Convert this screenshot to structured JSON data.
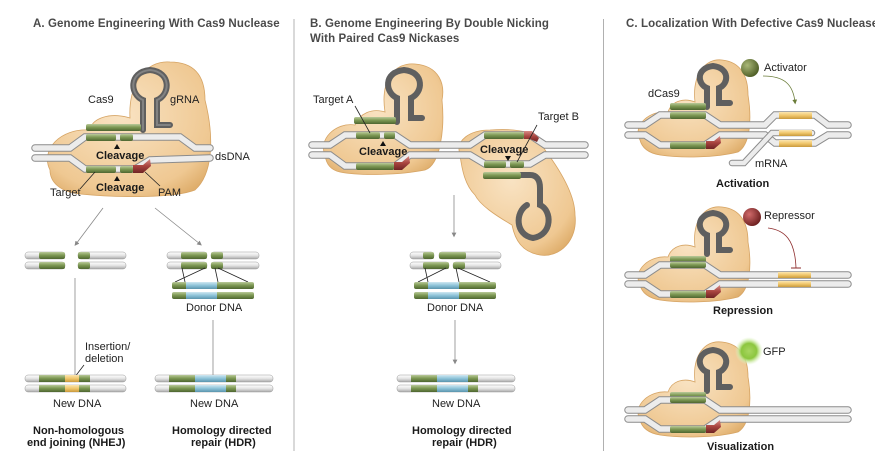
{
  "colors": {
    "protein": "#f1cfa0",
    "protein_edge": "#d9a866",
    "dna_strand": "#e6e6e6",
    "dna_edge": "#9a9a9a",
    "target": "#7f9a55",
    "pam": "#a9443f",
    "grna": "#6d6d6d",
    "donor": "#8cc2d8",
    "indel": "#f0c66b",
    "activator": "#6b7d3a",
    "repressor": "#8e2d2d",
    "gfp": "#8cc63f",
    "arrow": "#888888",
    "separator": "#d9d9d9"
  },
  "panels": {
    "a": {
      "title": "A. Genome Engineering With Cas9 Nuclease",
      "labels": {
        "cas9": "Cas9",
        "grna": "gRNA",
        "dsdna": "dsDNA",
        "cleavage_top": "Cleavage",
        "cleavage_bottom": "Cleavage",
        "target": "Target",
        "pam": "PAM",
        "donor_dna": "Donor DNA",
        "indel": [
          "Insertion/",
          "deletion"
        ],
        "new_dna_left": "New DNA",
        "new_dna_right": "New DNA"
      },
      "outcomes": {
        "nhej": [
          "Non-homologous",
          "end joining (NHEJ)"
        ],
        "hdr": [
          "Homology directed",
          "repair (HDR)"
        ]
      }
    },
    "b": {
      "title": [
        "B. Genome Engineering By Double Nicking",
        "With Paired Cas9 Nickases"
      ],
      "labels": {
        "target_a": "Target A",
        "target_b": "Target B",
        "cleavage_a": "Cleavage",
        "cleavage_b": "Cleavage",
        "donor_dna": "Donor DNA",
        "new_dna": "New DNA"
      },
      "outcome": [
        "Homology directed",
        "repair (HDR)"
      ]
    },
    "c": {
      "title": "C. Localization With Defective Cas9 Nuclease",
      "labels": {
        "dcas9": "dCas9",
        "activator": "Activator",
        "mrna": "mRNA",
        "repressor": "Repressor",
        "gfp": "GFP"
      },
      "captions": {
        "activation": "Activation",
        "repression": "Repression",
        "visualization": "Visualization"
      }
    }
  }
}
